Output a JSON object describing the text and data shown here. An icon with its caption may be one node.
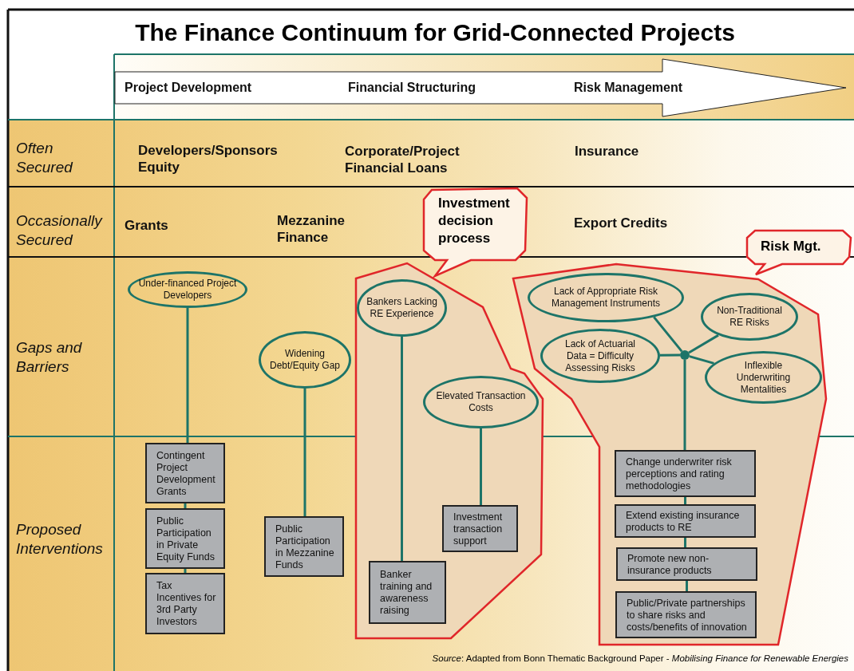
{
  "diagram": {
    "title": "The Finance Continuum for Grid-Connected Projects",
    "caption": "*Source*: Adapted from Bonn Thematic Background Paper - *Mobilising Finance for Renewable Energies*",
    "nodes": [
      {
        "text": [
          "Under-financed Project Developers"
        ]
      },
      {
        "text": [
          "Contingent Project Development Grants"
        ]
      },
      {
        "text": [
          "Public Participation in Private Equity Funds"
        ]
      },
      {
        "text": [
          "Tax Incentives for 3rd Party Investors"
        ]
      },
      {
        "text": [
          "Widening Debt/Equity Gap"
        ]
      },
      {
        "text": [
          "Public Participation in Mezzanine Funds"
        ]
      },
      {
        "text": [
          "Investment decision process"
        ]
      },
      {
        "text": [],
        "shape": "polygon"
      },
      {
        "text": [
          "Bankers Lacking RE Experience"
        ],
        "in": 7
      },
      {
        "text": [
          "Elevated Transaction Costs"
        ],
        "in": 7
      },
      {
        "text": [
          "Investment transaction support"
        ],
        "in": 7
      },
      {
        "text": [
          "Banker training and awareness raising"
        ],
        "in": 7
      },
      {
        "text": [
          "Risk Mgt."
        ]
      },
      {
        "text": [],
        "shape": "polygon"
      },
      {
        "text": [
          "Lack of Appropriate Risk Management Instruments"
        ],
        "in": 13
      },
      {
        "text": [
          "Non-Traditional RE Risks"
        ],
        "in": 13
      },
      {
        "text": [
          "Lack of Actuarial Data = Difficulty Assessing Risks"
        ],
        "in": 13
      },
      {
        "text": [
          "Inflexible Underwriting Mentalities"
        ],
        "in": 13
      },
      {
        "text": [],
        "shape": "circle",
        "in": 13
      },
      {
        "text": [
          "Change underwriter risk perceptions and rating methodologies"
        ],
        "in": 13
      },
      {
        "text": [
          "Extend existing insurance products to RE"
        ],
        "in": 13
      },
      {
        "text": [
          "Promote new non-insurance products"
        ],
        "in": 13
      },
      {
        "text": [
          "Public/Private partnerships to share risks and costs/benefits of innovation"
        ],
        "in": 13
      }
    ],
    "edges": [
      {
        "from": 0,
        "to": 1,
        "arrow": "none"
      },
      {
        "from": 1,
        "to": 2,
        "arrow": "none"
      },
      {
        "from": 2,
        "to": 3,
        "arrow": "none"
      },
      {
        "from": 4,
        "to": 5,
        "arrow": "none"
      },
      {
        "from": 8,
        "to": 11,
        "arrow": "none"
      },
      {
        "from": 9,
        "to": 10,
        "arrow": "none"
      },
      {
        "from": 14,
        "to": 18,
        "arrow": "none"
      },
      {
        "from": 15,
        "to": 18,
        "arrow": "none"
      },
      {
        "from": 16,
        "to": 18,
        "arrow": "none"
      },
      {
        "from": 17,
        "to": 18,
        "arrow": "none"
      },
      {
        "from": 18,
        "to": 19,
        "arrow": "none"
      },
      {
        "from": 19,
        "to": 20,
        "arrow": "none"
      },
      {
        "from": 20,
        "to": 21,
        "arrow": "none"
      },
      {
        "from": 21,
        "to": 22,
        "arrow": "none"
      }
    ],
    "labels": [
      "Project Development",
      "Financial Structuring",
      "Risk Management",
      "Often Secured",
      "Developers/Sponsors Equity",
      "Corporate/Project Financial Loans",
      "Insurance",
      "Occasionally Secured",
      "Grants",
      "Mezzanine Finance",
      "Export Credits",
      "Gaps and Barriers",
      "Proposed Interventions"
    ]
  }
}
